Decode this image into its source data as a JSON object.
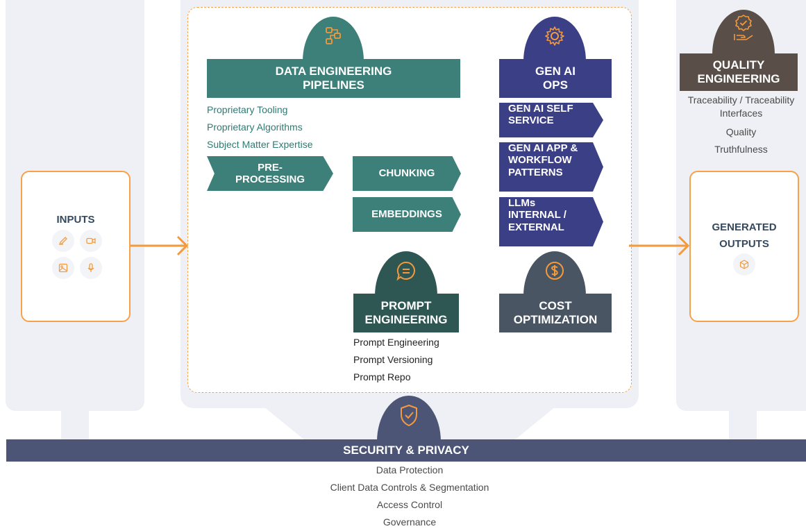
{
  "inputs": {
    "title": "INPUTS",
    "icons": [
      "pencil-icon",
      "video-icon",
      "image-icon",
      "microphone-icon"
    ]
  },
  "data_engineering": {
    "title_line1": "DATA ENGINEERING",
    "title_line2": "PIPELINES",
    "items": [
      "Proprietary Tooling",
      "Proprietary Algorithms",
      "Subject Matter Expertise"
    ],
    "preprocessing_line1": "PRE-",
    "preprocessing_line2": "PROCESSING",
    "chunking": "CHUNKING",
    "embeddings": "EMBEDDINGS"
  },
  "prompt_engineering": {
    "title_line1": "PROMPT",
    "title_line2": "ENGINEERING",
    "items": [
      "Prompt Engineering",
      "Prompt Versioning",
      "Prompt Repo"
    ]
  },
  "gen_ai_ops": {
    "title_line1": "GEN AI",
    "title_line2": "OPS",
    "tags": [
      [
        "GEN AI SELF",
        "SERVICE"
      ],
      [
        "GEN AI APP &",
        "WORKFLOW",
        "PATTERNS"
      ],
      [
        "LLMs",
        "INTERNAL /",
        "EXTERNAL"
      ]
    ]
  },
  "cost_optimization": {
    "title_line1": "COST",
    "title_line2": "OPTIMIZATION"
  },
  "quality_engineering": {
    "title_line1": "QUALITY",
    "title_line2": "ENGINEERING",
    "items": [
      "Traceability / Traceability",
      "Interfaces",
      "Quality",
      "Truthfulness"
    ]
  },
  "outputs": {
    "title_line1": "GENERATED",
    "title_line2": "OUTPUTS",
    "icon": "cube-icon"
  },
  "security": {
    "title": "SECURITY & PRIVACY",
    "items": [
      "Data Protection",
      "Client Data Controls & Segmentation",
      "Access Control",
      "Governance"
    ]
  },
  "colors": {
    "teal": "#3d8079",
    "dark_teal": "#2e5754",
    "navy": "#3b3f86",
    "slate": "#4a5564",
    "quality": "#5a4f48",
    "security": "#4d5577",
    "orange": "#f39a3c"
  }
}
